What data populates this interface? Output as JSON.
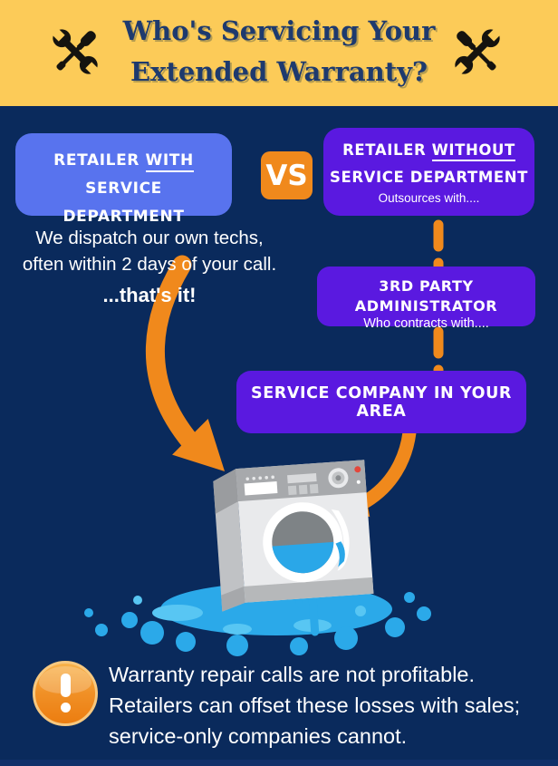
{
  "header": {
    "title_line1": "Who's Servicing Your",
    "title_line2": "Extended Warranty?"
  },
  "comparison": {
    "vs_label": "VS",
    "with_box": {
      "word_retailer": "RETAILER ",
      "word_with": "WITH",
      "word_service": " SERVICE",
      "line2": "DEPARTMENT"
    },
    "without_box": {
      "word_retailer": "RETAILER ",
      "word_without": "WITHOUT",
      "line2": "SERVICE DEPARTMENT",
      "subtext": "Outsources with...."
    }
  },
  "dispatch_note": {
    "line1": "We dispatch our own techs,",
    "line2": "often within 2 days of your call.",
    "line3": "...that's it!"
  },
  "outsource_flow": {
    "admin_box": {
      "title": "3RD PARTY ADMINISTRATOR",
      "subtext": "Who contracts with...."
    },
    "service_box": {
      "title": "SERVICE COMPANY IN YOUR AREA"
    }
  },
  "footer": {
    "line1": "Warranty repair calls are not profitable.",
    "line2": "Retailers can offset these losses with sales;",
    "line3": "service-only companies cannot."
  },
  "icons": {
    "header_left": "crossed-tools-icon",
    "header_right": "crossed-tools-icon",
    "footer": "warning-exclamation-icon",
    "illustration": "leaking-washing-machine"
  },
  "colors": {
    "background_navy": "#0a2a5c",
    "header_yellow": "#fccb58",
    "title_navy": "#1e3a6e",
    "blue_box": "#5873ee",
    "purple_box": "#5a19e0",
    "orange_accent": "#f0891c",
    "puddle_blue": "#2ba9e9",
    "water_light_blue": "#58c6f3"
  }
}
